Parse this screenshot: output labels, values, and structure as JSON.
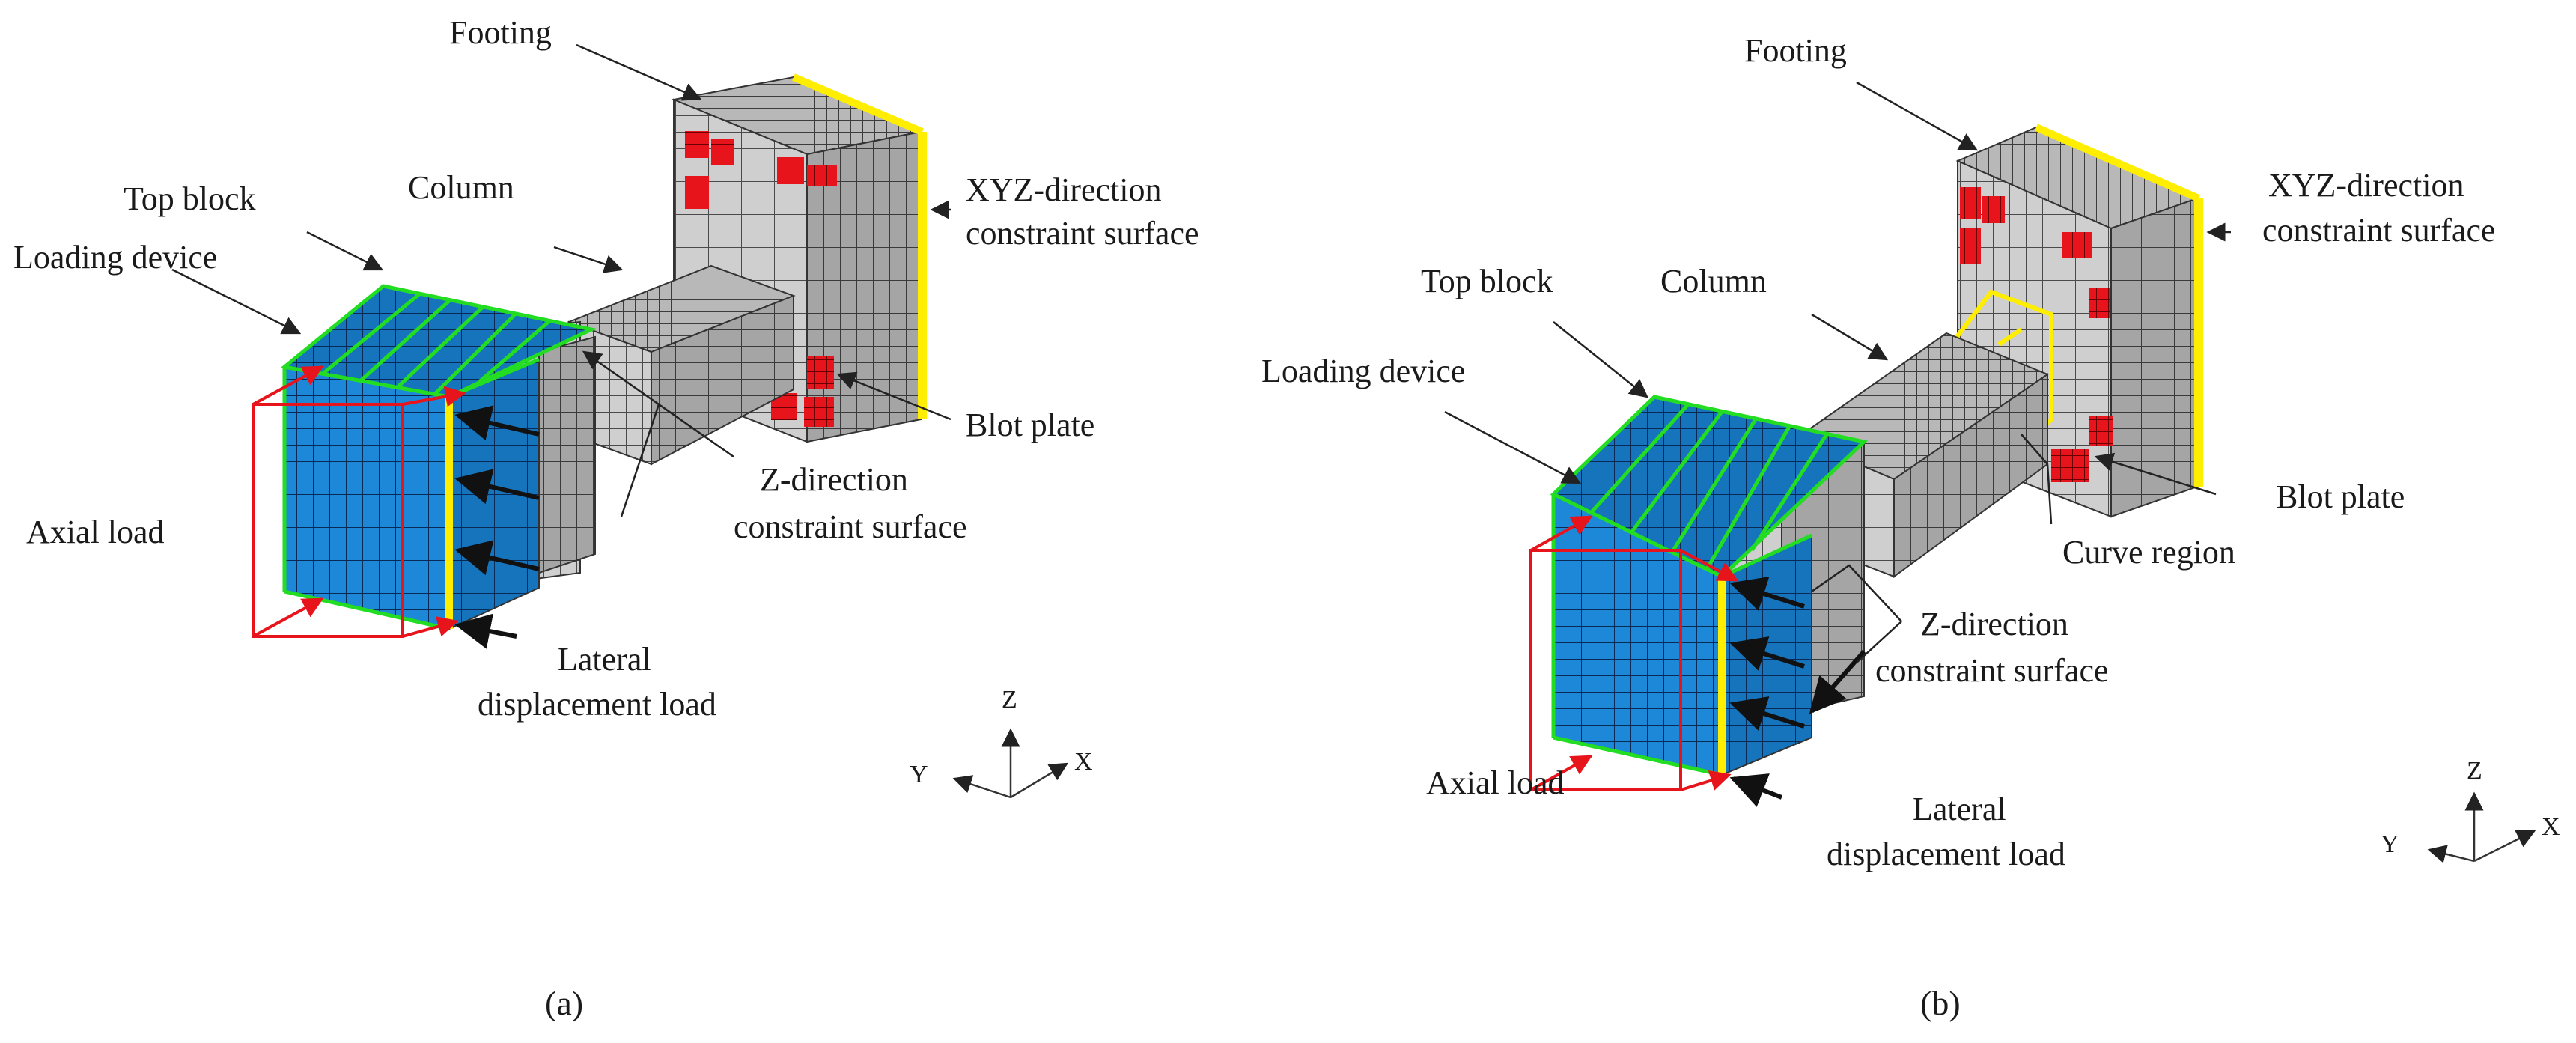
{
  "panels": [
    {
      "id": "a",
      "caption": "(a)",
      "labels": {
        "footing": "Footing",
        "xyz_constraint_1": "XYZ-direction",
        "xyz_constraint_2": "constraint surface",
        "top_block": "Top block",
        "column": "Column",
        "loading_device": "Loading device",
        "bolt_plate": "Blot plate",
        "z_constraint_1": "Z-direction",
        "z_constraint_2": "constraint surface",
        "axial_load": "Axial load",
        "lateral_1": "Lateral",
        "lateral_2": "displacement load"
      },
      "axes": {
        "z": "Z",
        "y": "Y",
        "x": "X"
      }
    },
    {
      "id": "b",
      "caption": "(b)",
      "labels": {
        "footing": "Footing",
        "xyz_constraint_1": "XYZ-direction",
        "xyz_constraint_2": "constraint surface",
        "top_block": "Top block",
        "column": "Column",
        "loading_device": "Loading device",
        "bolt_plate": "Blot plate",
        "curve_region": "Curve region",
        "z_constraint_1": "Z-direction",
        "z_constraint_2": "constraint surface",
        "axial_load": "Axial load",
        "lateral_1": "Lateral",
        "lateral_2": "displacement load"
      },
      "axes": {
        "z": "Z",
        "y": "Y",
        "x": "X"
      }
    }
  ],
  "colors": {
    "mesh_gray": "#c9c9c9",
    "mesh_dark": "#9c9c9c",
    "loading_blue": "#1e88d8",
    "bolt_red": "#e8141b",
    "green_outline": "#22dd22",
    "yellow_constraint": "#ffee00",
    "axial_red": "#e8141b"
  }
}
